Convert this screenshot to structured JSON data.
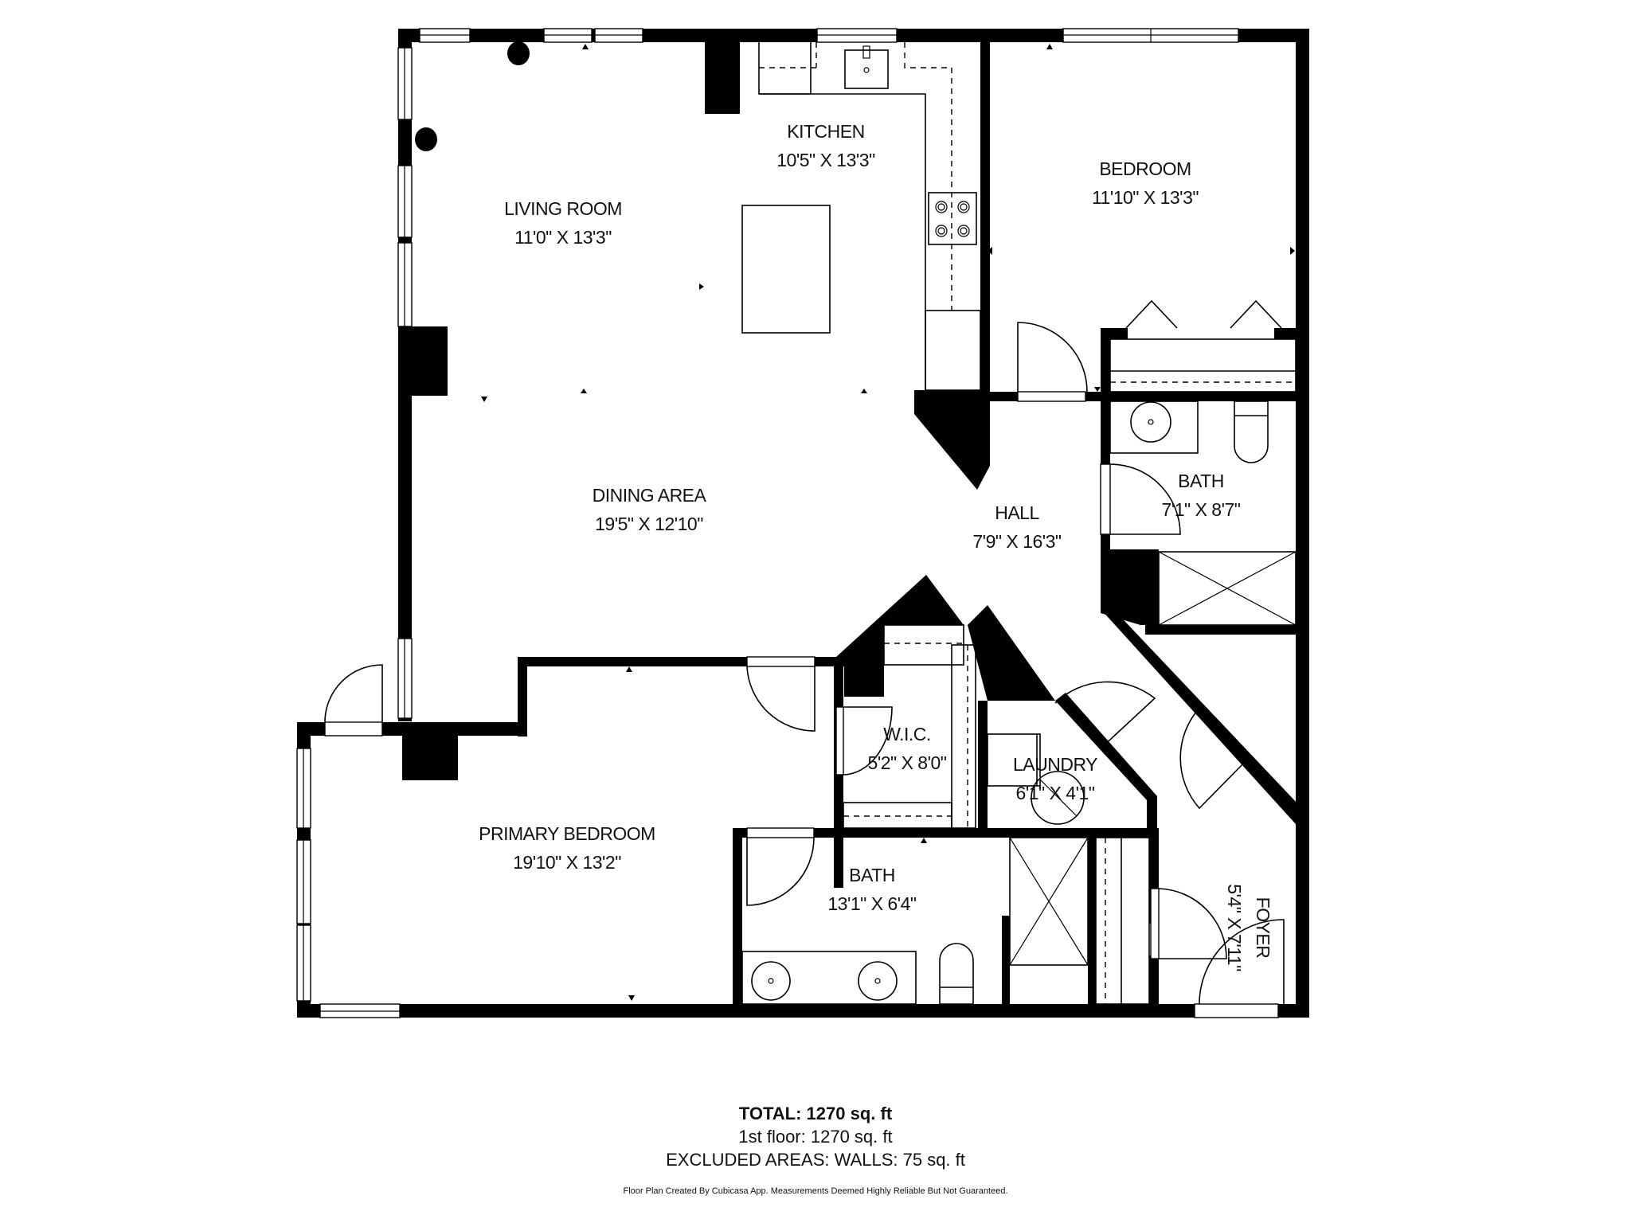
{
  "rooms": {
    "living_room": {
      "name": "LIVING ROOM",
      "dims": "11'0\" X 13'3\""
    },
    "kitchen": {
      "name": "KITCHEN",
      "dims": "10'5\" X 13'3\""
    },
    "bedroom": {
      "name": "BEDROOM",
      "dims": "11'10\" X 13'3\""
    },
    "dining_area": {
      "name": "DINING AREA",
      "dims": "19'5\" X 12'10\""
    },
    "hall": {
      "name": "HALL",
      "dims": "7'9\" X 16'3\""
    },
    "bath_upper": {
      "name": "BATH",
      "dims": "7'1\" X 8'7\""
    },
    "wic": {
      "name": "W.I.C.",
      "dims": "5'2\" X 8'0\""
    },
    "laundry": {
      "name": "LAUNDRY",
      "dims": "6'1\" X 4'1\""
    },
    "primary_bedroom": {
      "name": "PRIMARY BEDROOM",
      "dims": "19'10\" X 13'2\""
    },
    "bath_primary": {
      "name": "BATH",
      "dims": "13'1\" X 6'4\""
    },
    "foyer": {
      "name": "FOYER",
      "dims": "5'4\" X 7'11\""
    }
  },
  "summary": {
    "total": "TOTAL: 1270 sq. ft",
    "floor": "1st floor: 1270 sq. ft",
    "excluded": "EXCLUDED AREAS: WALLS: 75 sq. ft",
    "credit": "Floor Plan Created By Cubicasa App. Measurements Deemed Highly Reliable But Not Guaranteed."
  },
  "colors": {
    "wall": "#000000",
    "background": "#ffffff"
  }
}
